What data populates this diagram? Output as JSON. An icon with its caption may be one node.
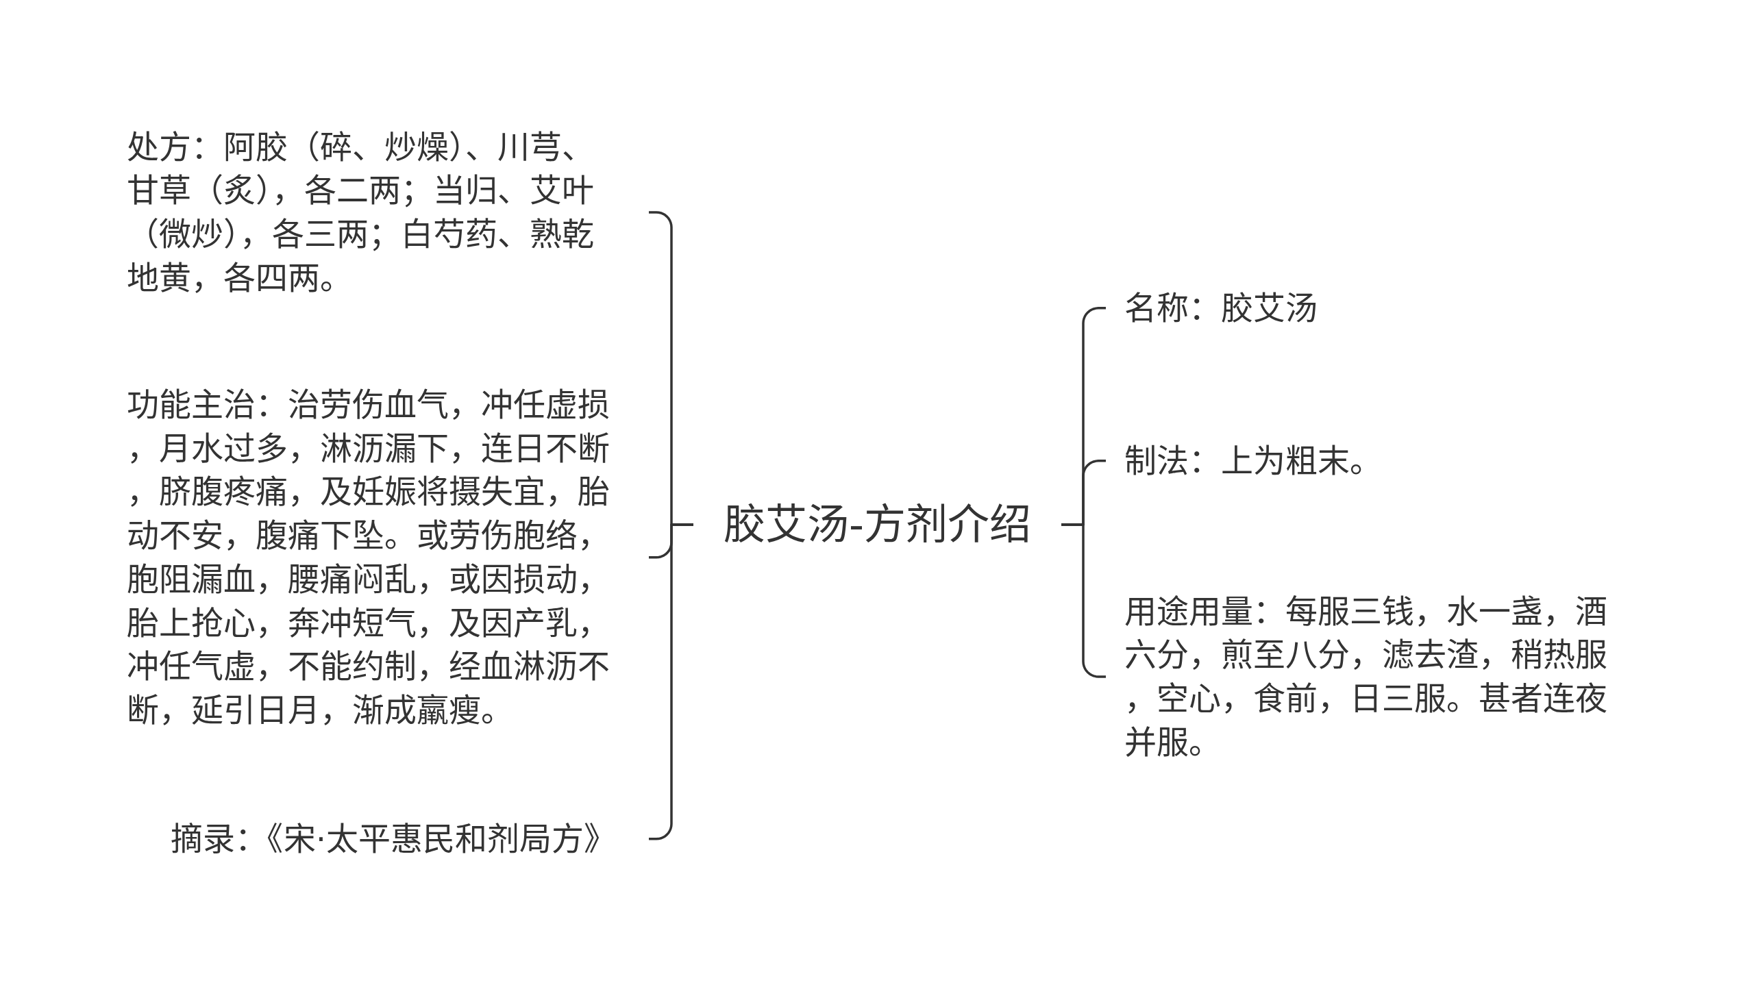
{
  "diagram": {
    "nodes": [
      {
        "text": [
          "胶艾汤-方剂介绍"
        ]
      },
      {
        "text": [
          "处方：阿胶（碎、炒燥）、川芎、甘草（炙），各二两；当归、艾叶（微炒），各三两；白芍药、熟乾地黄，各四两。"
        ]
      },
      {
        "text": [
          "功能主治：治劳伤血气，冲任虚损，月水过多，淋沥漏下，连日不断，脐腹疼痛，及妊娠将摄失宜，胎动不安，腹痛下坠。或劳伤胞络，胞阻漏血，腰痛闷乱，或因损动，胎上抢心，奔冲短气，及因产乳，冲任气虚，不能约制，经血淋沥不断，延引日月，渐成羸瘦。"
        ]
      },
      {
        "text": [
          "摘录：《宋·太平惠民和剂局方》"
        ]
      },
      {
        "text": [
          "名称：胶艾汤"
        ]
      },
      {
        "text": [
          "制法：上为粗末。"
        ]
      },
      {
        "text": [
          "用途用量：每服三钱，水一盏，酒六分，煎至八分，滤去渣，稍热服，空心，食前，日三服。甚者连夜并服。"
        ]
      }
    ],
    "edges": [
      {
        "from": 0,
        "to": 1,
        "arrow": "none"
      },
      {
        "from": 0,
        "to": 2,
        "arrow": "none"
      },
      {
        "from": 0,
        "to": 3,
        "arrow": "none"
      },
      {
        "from": 0,
        "to": 4,
        "arrow": "none"
      },
      {
        "from": 0,
        "to": 5,
        "arrow": "none"
      },
      {
        "from": 0,
        "to": 6,
        "arrow": "none"
      }
    ]
  }
}
